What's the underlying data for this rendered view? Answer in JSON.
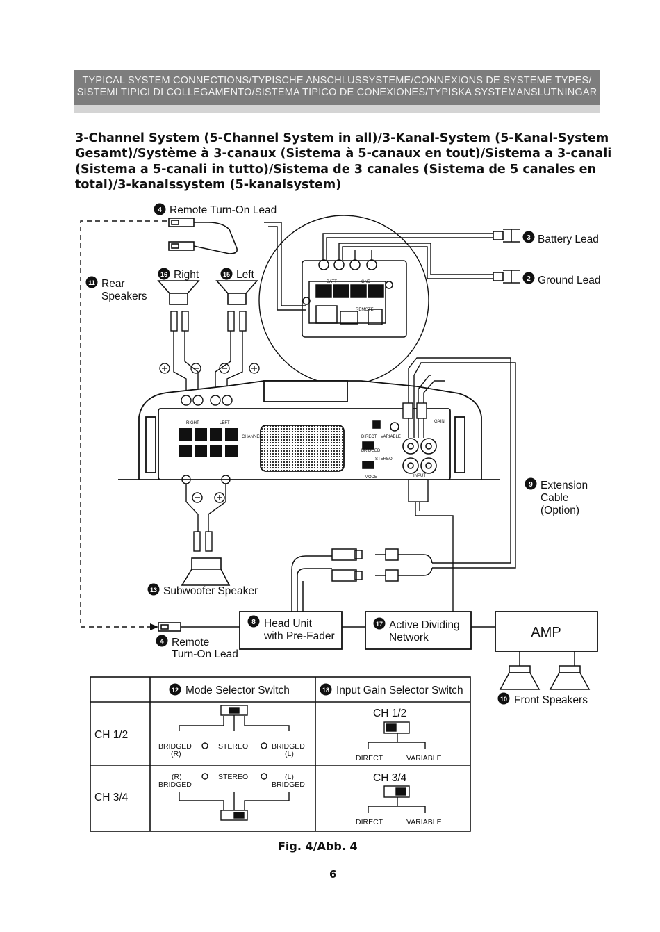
{
  "banner": {
    "line1": "TYPICAL SYSTEM CONNECTIONS/TYPISCHE ANSCHLUSSYSTEME/CONNEXIONS DE SYSTEME TYPES/",
    "line2": "SISTEMI TIPICI DI COLLEGAMENTO/SISTEMA TIPICO DE CONEXIONES/TYPISKA SYSTEMANSLUTNINGAR"
  },
  "heading": {
    "line1": "3-Channel System (5-Channel System in all)/3-Kanal-System (5-Kanal-System",
    "line2": "Gesamt)/Système à 3-canaux (Sistema à 5-canaux en tout)/Sistema a 3-canali",
    "line3": "(Sistema a 5-canali in tutto)/Sistema de 3 canales (Sistema de 5 canales en",
    "line4": "total)/3-kanalssystem (5-kanalsystem)"
  },
  "callouts": {
    "remote_top": {
      "num": "4",
      "text": "Remote Turn-On Lead"
    },
    "battery": {
      "num": "3",
      "text": "Battery Lead"
    },
    "ground": {
      "num": "2",
      "text": "Ground Lead"
    },
    "rear": {
      "num": "11",
      "line1": "Rear",
      "line2": "Speakers"
    },
    "right": {
      "num": "16",
      "text": "Right"
    },
    "left": {
      "num": "15",
      "text": "Left"
    },
    "extension": {
      "num": "9",
      "line1": "Extension",
      "line2": "Cable",
      "line3": "(Option)"
    },
    "subwoofer": {
      "num": "13",
      "text": "Subwoofer Speaker"
    },
    "remote_bottom": {
      "num": "4",
      "line1": "Remote",
      "line2": "Turn-On Lead"
    },
    "head_unit": {
      "num": "8",
      "line1": "Head Unit",
      "line2": "with Pre-Fader"
    },
    "dividing": {
      "num": "17",
      "line1": "Active Dividing",
      "line2": "Network"
    },
    "amp": {
      "text": "AMP"
    },
    "front": {
      "num": "10",
      "text": "Front Speakers"
    }
  },
  "table": {
    "col1": {
      "num": "12",
      "text": "Mode Selector Switch"
    },
    "col2": {
      "num": "18",
      "text": "Input Gain Selector Switch"
    },
    "row1": {
      "label": "CH 1/2",
      "mode": {
        "bridged_r": "BRIDGED",
        "r": "(R)",
        "stereo": "STEREO",
        "bridged_l": "BRIDGED",
        "l": "(L)"
      },
      "gain": {
        "ch": "CH 1/2",
        "direct": "DIRECT",
        "variable": "VARIABLE"
      }
    },
    "row2": {
      "label": "CH 3/4",
      "mode": {
        "r": "(R)",
        "bridged_r": "BRIDGED",
        "stereo": "STEREO",
        "l": "(L)",
        "bridged_l": "BRIDGED"
      },
      "gain": {
        "ch": "CH 3/4",
        "direct": "DIRECT",
        "variable": "VARIABLE"
      }
    }
  },
  "caption": "Fig. 4/Abb. 4",
  "page_number": "6",
  "amp_panel": {
    "right": "RIGHT",
    "left": "LEFT",
    "channel": "CHANNEL",
    "bridged": "BRIDGED",
    "direct": "DIRECT",
    "variable": "VARIABLE",
    "stereo": "STEREO",
    "mode": "MODE",
    "gain": "GAIN",
    "input": "INPUT",
    "batt": "BATT",
    "gnd": "GND",
    "remote": "REMOTE"
  }
}
